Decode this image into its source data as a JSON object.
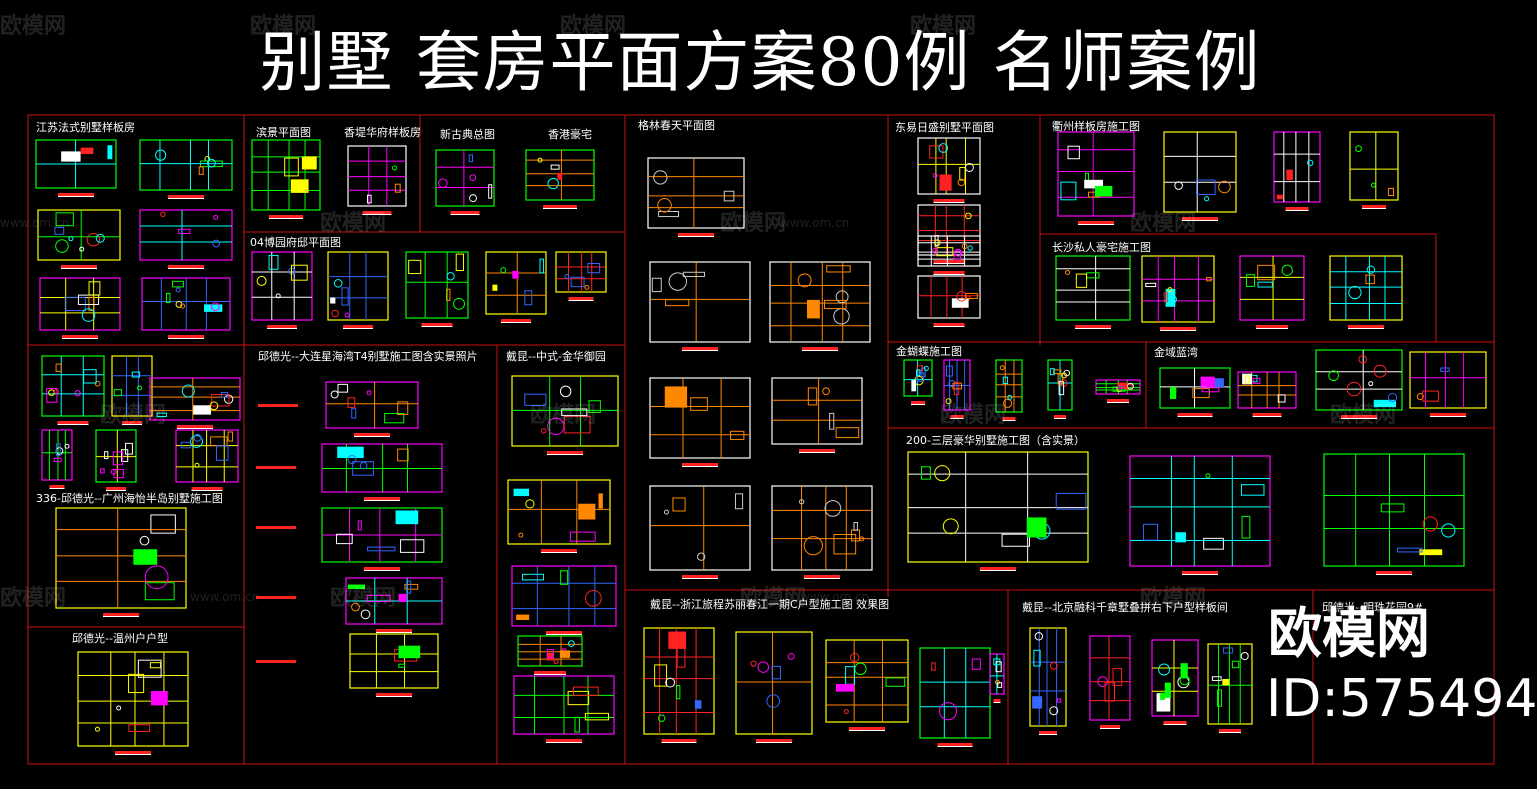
{
  "title": "别墅  套房平面方案80例  名师案例",
  "colors": {
    "background": "#000000",
    "frame": "#cc1111",
    "palette": [
      "#ff00ff",
      "#00ff00",
      "#ffff00",
      "#00ffff",
      "#ff2222",
      "#3366ff",
      "#ffffff",
      "#ff8800"
    ]
  },
  "panels": [
    {
      "id": "jiangsu",
      "label": "江苏法式别墅样板房"
    },
    {
      "id": "binhai",
      "label": "滨景平面图"
    },
    {
      "id": "xiangti",
      "label": "香堤华府样板房"
    },
    {
      "id": "xingudian",
      "label": "新古典总图"
    },
    {
      "id": "xianggang",
      "label": "香港豪宅"
    },
    {
      "id": "gelin",
      "label": "格林春天平面图"
    },
    {
      "id": "dongyi",
      "label": "东易日盛别墅平面图"
    },
    {
      "id": "quzhou",
      "label": "衢州样板房施工图"
    },
    {
      "id": "boyuan",
      "label": "04博园府邸平面图"
    },
    {
      "id": "changsha",
      "label": "长沙私人豪宅施工图"
    },
    {
      "id": "dalian",
      "label": "邱德光--大连星海湾T4别墅施工图含实景照片"
    },
    {
      "id": "jinhua",
      "label": "戴昆--中式-金华御园"
    },
    {
      "id": "jinhudie",
      "label": "金蝴蝶施工图"
    },
    {
      "id": "jinyu",
      "label": "金域蓝湾"
    },
    {
      "id": "sanceng",
      "label": "200-三层豪华别墅施工图（含实景）"
    },
    {
      "id": "guangzhou",
      "label": "336-邱德光--广州海怡半岛别墅施工图"
    },
    {
      "id": "wenzhou",
      "label": "邱德光--温州户户型"
    },
    {
      "id": "zhejiang",
      "label": "戴昆--浙江旅程苏丽春江一期C户型施工图 效果图"
    },
    {
      "id": "beijing",
      "label": "戴昆--北京融科千章墅叠拼右下户型样板间"
    },
    {
      "id": "qiu2",
      "label": "邱德光--明珠花园9#"
    }
  ],
  "watermarks": {
    "brand": "欧模网",
    "url": "www.om.cn"
  },
  "logo": {
    "brand": "欧模网",
    "id_text": "ID:575494"
  }
}
